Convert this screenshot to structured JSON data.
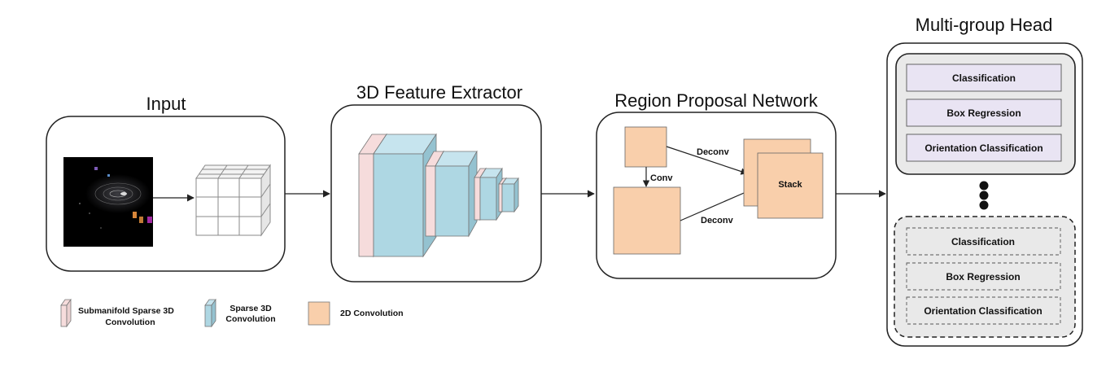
{
  "sections": {
    "input": "Input",
    "extractor": "3D Feature Extractor",
    "rpn": "Region Proposal Network",
    "head": "Multi-group Head"
  },
  "rpn_labels": {
    "conv": "Conv",
    "deconv_top": "Deconv",
    "deconv_bottom": "Deconv",
    "stack": "Stack"
  },
  "head_groups": [
    {
      "style": "solid",
      "items": [
        "Classification",
        "Box Regression",
        "Orientation Classification"
      ]
    },
    {
      "style": "dashed",
      "items": [
        "Classification",
        "Box Regression",
        "Orientation Classification"
      ]
    }
  ],
  "legend": {
    "submanifold_line1": "Submanifold Sparse 3D",
    "submanifold_line2": "Convolution",
    "sparse_line1": "Sparse 3D",
    "sparse_line2": "Convolution",
    "conv2d": "2D Convolution"
  },
  "colors": {
    "pink": "#f6dcdc",
    "blue": "#aed7e3",
    "orange": "#f9cfab",
    "purple": "#e9e4f3"
  }
}
